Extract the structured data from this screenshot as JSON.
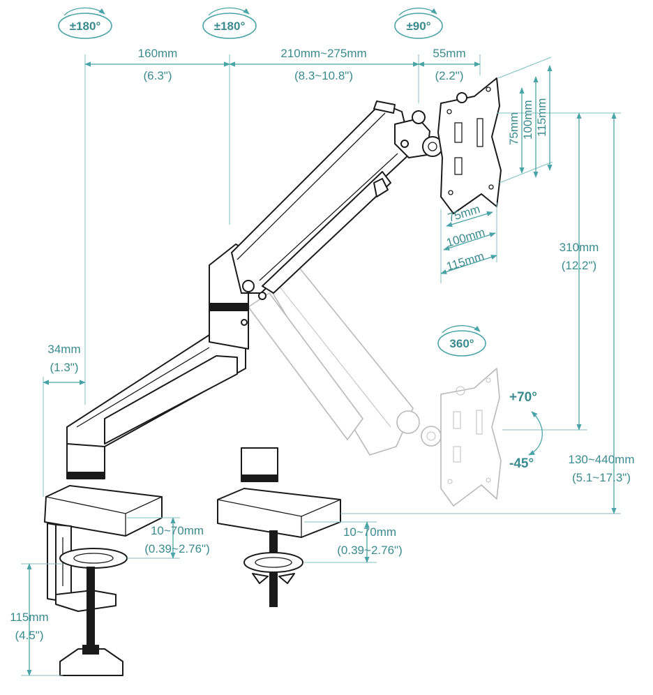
{
  "badges": {
    "arm_upper_rotation": "±180°",
    "arm_lower_rotation": "±180°",
    "swivel": "±90°",
    "rotation": "360°"
  },
  "tilt": {
    "up": "+70°",
    "down": "-45°"
  },
  "dimensions": {
    "lower_arm_mm": "160mm",
    "lower_arm_in": "(6.3\")",
    "upper_arm_mm": "210mm~275mm",
    "upper_arm_in": "(8.3~10.8\")",
    "head_mm": "55mm",
    "head_in": "(2.2\")",
    "offset_mm": "34mm",
    "offset_in": "(1.3\")",
    "vertical_travel_mm": "310mm",
    "vertical_travel_in": "(12.2\")",
    "height_range_mm": "130~440mm",
    "height_range_in": "(5.1~17.3\")",
    "clamp_thickness_mm": "10~70mm",
    "clamp_thickness_in": "(0.39~2.76\")",
    "grommet_thickness_mm": "10~70mm",
    "grommet_thickness_in": "(0.39~2.76\")",
    "clamp_height_mm": "115mm",
    "clamp_height_in": "(4.5\")"
  },
  "vesa": {
    "v75": "75mm",
    "v100": "100mm",
    "v115": "115mm",
    "h75": "75mm",
    "h100": "100mm",
    "h115": "115mm"
  },
  "colors": {
    "dimension_line": "#4aa3a6",
    "label_text": "#3b8a8d",
    "drawing_line": "#1a1a1a",
    "ghost_line": "#b9b9b9"
  }
}
